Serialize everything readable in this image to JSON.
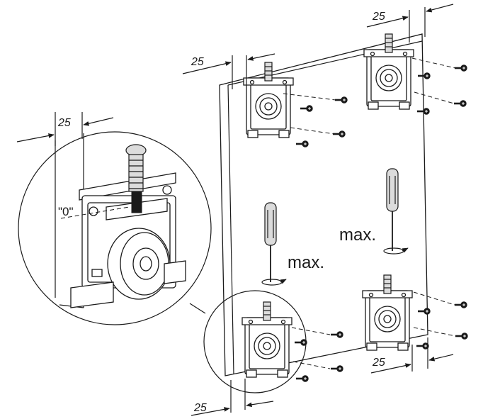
{
  "dimensions": {
    "top_left": "25",
    "top_right": "25",
    "bottom_right": "25",
    "bottom_left": "25",
    "detail": "25"
  },
  "labels": {
    "zero_mark": "\"0\"",
    "max_upper": "max.",
    "max_lower": "max."
  },
  "icons": {
    "screwdriver": "screwdriver-icon",
    "screw": "screw-icon",
    "roller": "roller-carriage-icon"
  },
  "colors": {
    "line": "#1a1a1a",
    "background": "#ffffff"
  }
}
